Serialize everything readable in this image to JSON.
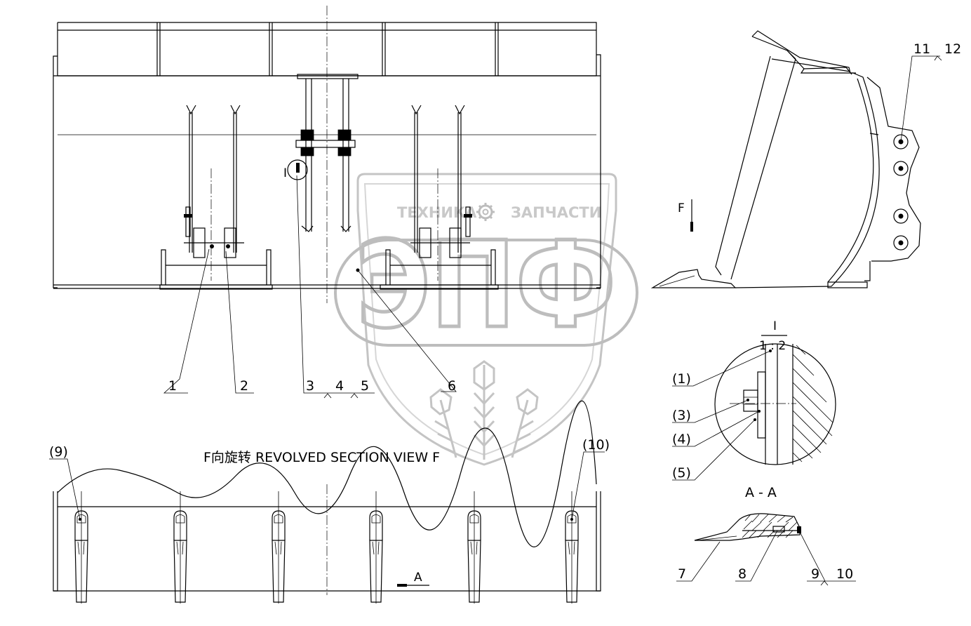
{
  "labels": {
    "front_view": [
      "1",
      "2",
      "3",
      "4",
      "5",
      "6"
    ],
    "side_view": [
      "11",
      "12"
    ],
    "view_marker_f": "F",
    "detail_title": "I",
    "detail_scale": "1 : 2",
    "detail_refs": [
      "(1)",
      "(3)",
      "(4)",
      "(5)"
    ],
    "pointer_i": "I",
    "section_title": "F向旋转 REVOLVED SECTION VIEW F",
    "section_refs": [
      "(9)",
      "(10)"
    ],
    "section_marker_a": "A",
    "aa_title": "A - A",
    "aa_refs": [
      "7",
      "8",
      "9",
      "10"
    ]
  },
  "watermark": {
    "left_word": "ТЕХНИКА",
    "right_word": "ЗАПЧАСТИ",
    "letters": "ЭПФ",
    "gear_icon": "gear-icon",
    "colors": {
      "outline": "#bdbdbd",
      "text": "#c9c9c9"
    }
  }
}
